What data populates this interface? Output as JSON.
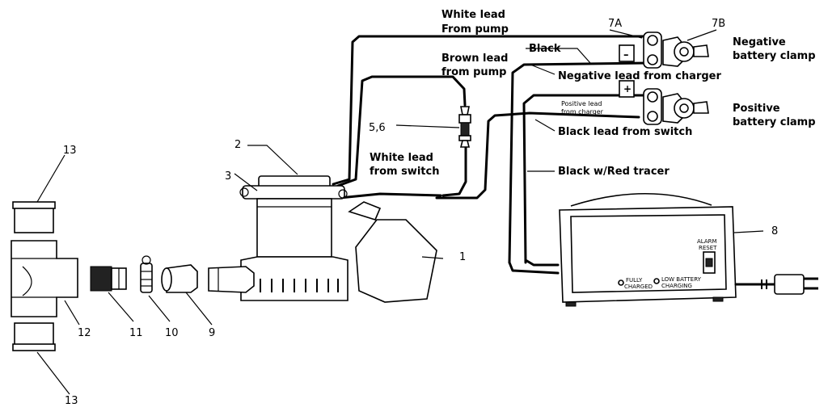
{
  "labels": {
    "white_lead_pump": [
      "White lead",
      "From pump"
    ],
    "brown_lead_pump": [
      "Brown lead",
      "from pump"
    ],
    "white_lead_switch": [
      "White lead",
      "from switch"
    ],
    "black": "Black",
    "negative_lead_charger": "Negative lead from charger",
    "positive_lead_charger": [
      "Positive lead",
      "from charger"
    ],
    "black_lead_switch": "Black lead from switch",
    "black_red_tracer": "Black w/Red tracer",
    "negative_clamp": [
      "Negative",
      "battery clamp"
    ],
    "positive_clamp": [
      "Positive",
      "battery clamp"
    ],
    "minus_sign": "–",
    "plus_sign": "+"
  },
  "callouts": {
    "c1": "1",
    "c2": "2",
    "c3": "3",
    "c56": "5,6",
    "c7a": "7A",
    "c7b": "7B",
    "c8": "8",
    "c9": "9",
    "c10": "10",
    "c11": "11",
    "c12": "12",
    "c13_top": "13",
    "c13_bottom": "13"
  },
  "charger": {
    "alarm_reset": [
      "ALARM",
      "RESET"
    ],
    "fully_charged": [
      "FULLY",
      "CHARGED"
    ],
    "low_battery": [
      "LOW BATTERY",
      "CHARGING"
    ]
  }
}
